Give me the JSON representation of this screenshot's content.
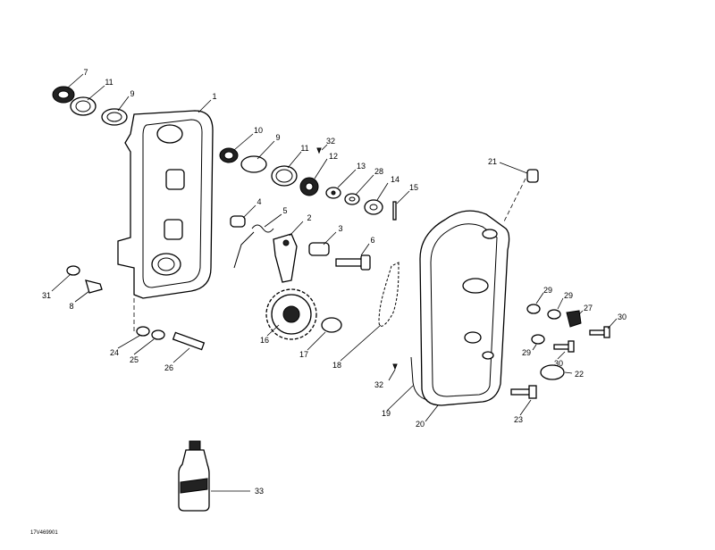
{
  "diagram": {
    "callouts": [
      {
        "label": "7"
      },
      {
        "label": "11"
      },
      {
        "label": "9"
      },
      {
        "label": "1"
      },
      {
        "label": "10"
      },
      {
        "label": "9"
      },
      {
        "label": "11"
      },
      {
        "label": "32"
      },
      {
        "label": "12"
      },
      {
        "label": "13"
      },
      {
        "label": "28"
      },
      {
        "label": "14"
      },
      {
        "label": "15"
      },
      {
        "label": "21"
      },
      {
        "label": "4"
      },
      {
        "label": "5"
      },
      {
        "label": "2"
      },
      {
        "label": "3"
      },
      {
        "label": "6"
      },
      {
        "label": "31"
      },
      {
        "label": "8"
      },
      {
        "label": "24"
      },
      {
        "label": "25"
      },
      {
        "label": "26"
      },
      {
        "label": "16"
      },
      {
        "label": "17"
      },
      {
        "label": "18"
      },
      {
        "label": "29"
      },
      {
        "label": "29"
      },
      {
        "label": "27"
      },
      {
        "label": "30"
      },
      {
        "label": "29"
      },
      {
        "label": "30"
      },
      {
        "label": "22"
      },
      {
        "label": "32"
      },
      {
        "label": "19"
      },
      {
        "label": "20"
      },
      {
        "label": "23"
      },
      {
        "label": "33"
      }
    ],
    "drawing_code": "17V469901"
  }
}
